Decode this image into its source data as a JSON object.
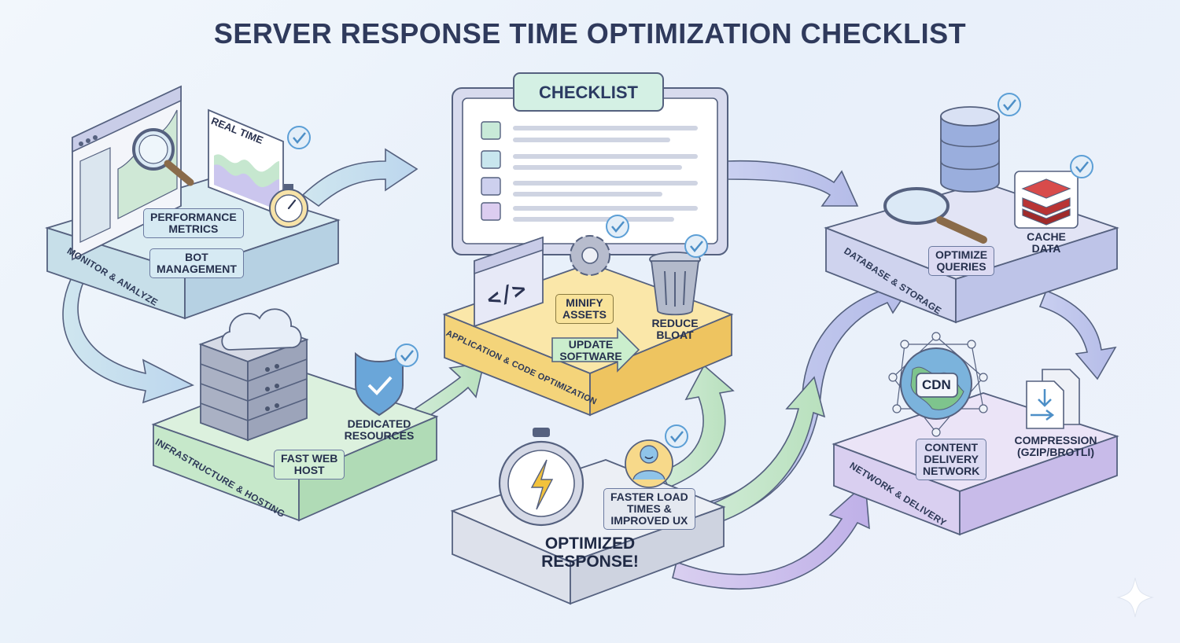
{
  "title": "SERVER RESPONSE TIME OPTIMIZATION CHECKLIST",
  "checklist": {
    "heading": "CHECKLIST"
  },
  "sections": {
    "monitor": {
      "name": "MONITOR & ANALYZE",
      "screen_label": "REAL TIME",
      "items": [
        "PERFORMANCE\nMETRICS",
        "BOT\nMANAGEMENT"
      ]
    },
    "infrastructure": {
      "name": "INFRASTRUCTURE & HOSTING",
      "items": [
        "FAST WEB\nHOST",
        "DEDICATED\nRESOURCES"
      ]
    },
    "application": {
      "name": "APPLICATION & CODE OPTIMIZATION",
      "items": [
        "MINIFY\nASSETS",
        "UPDATE\nSOFTWARE",
        "REDUCE\nBLOAT"
      ]
    },
    "database": {
      "name": "DATABASE & STORAGE",
      "items": [
        "OPTIMIZE\nQUERIES",
        "CACHE\nDATA"
      ]
    },
    "network": {
      "name": "NETWORK & DELIVERY",
      "cdn_badge": "CDN",
      "items": [
        "CONTENT\nDELIVERY\nNETWORK",
        "COMPRESSION\n(GZIP/BROTLI)"
      ]
    },
    "result": {
      "headline": "OPTIMIZED\nRESPONSE!",
      "benefit": "FASTER LOAD\nTIMES &\nIMPROVED UX"
    }
  },
  "colors": {
    "monitor_platform": "#d9ecf2",
    "infra_platform": "#d6efd6",
    "app_platform": "#f8df96",
    "db_platform": "#dcdff3",
    "network_platform": "#e3dcf3",
    "result_platform": "#e7eaf1",
    "check": "#5c9fd6",
    "outline": "#55617f"
  }
}
